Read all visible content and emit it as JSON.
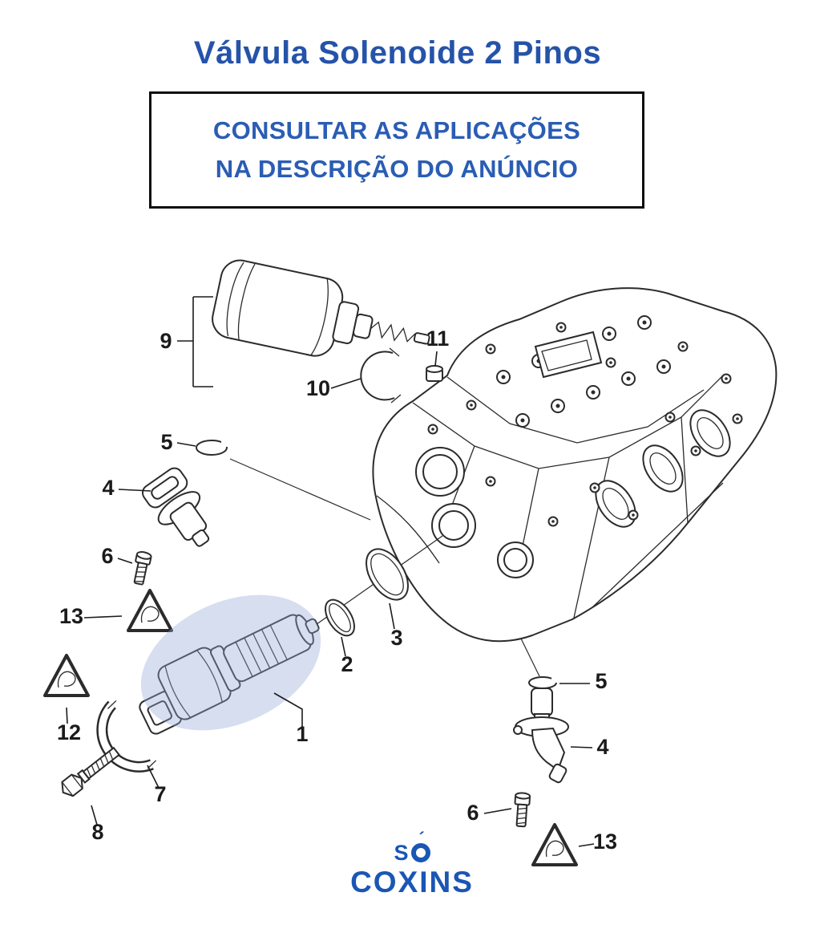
{
  "title": {
    "text": "Válvula Solenoide 2 Pinos"
  },
  "notice": {
    "line1": "CONSULTAR AS APLICAÇÕES",
    "line2": "NA DESCRIÇÃO DO ANÚNCIO"
  },
  "colors": {
    "title_blue": "#2553a9",
    "notice_blue": "#2a5db4",
    "logo_blue": "#1a56b4",
    "line_color": "#2b2b2b",
    "highlight_blue": "#93a7d8"
  },
  "diagram": {
    "labels": {
      "part9": "9",
      "part10": "10",
      "part11": "11",
      "part5_left": "5",
      "part4_left": "4",
      "part6_left": "6",
      "part13_left": "13",
      "part12": "12",
      "part2": "2",
      "part3": "3",
      "part1": "1",
      "part7": "7",
      "part8": "8",
      "part5_right": "5",
      "part4_right": "4",
      "part6_right": "6",
      "part13_right": "13"
    }
  },
  "logo": {
    "top_s": "S",
    "top_accent": "´",
    "bottom": "COXINS"
  }
}
